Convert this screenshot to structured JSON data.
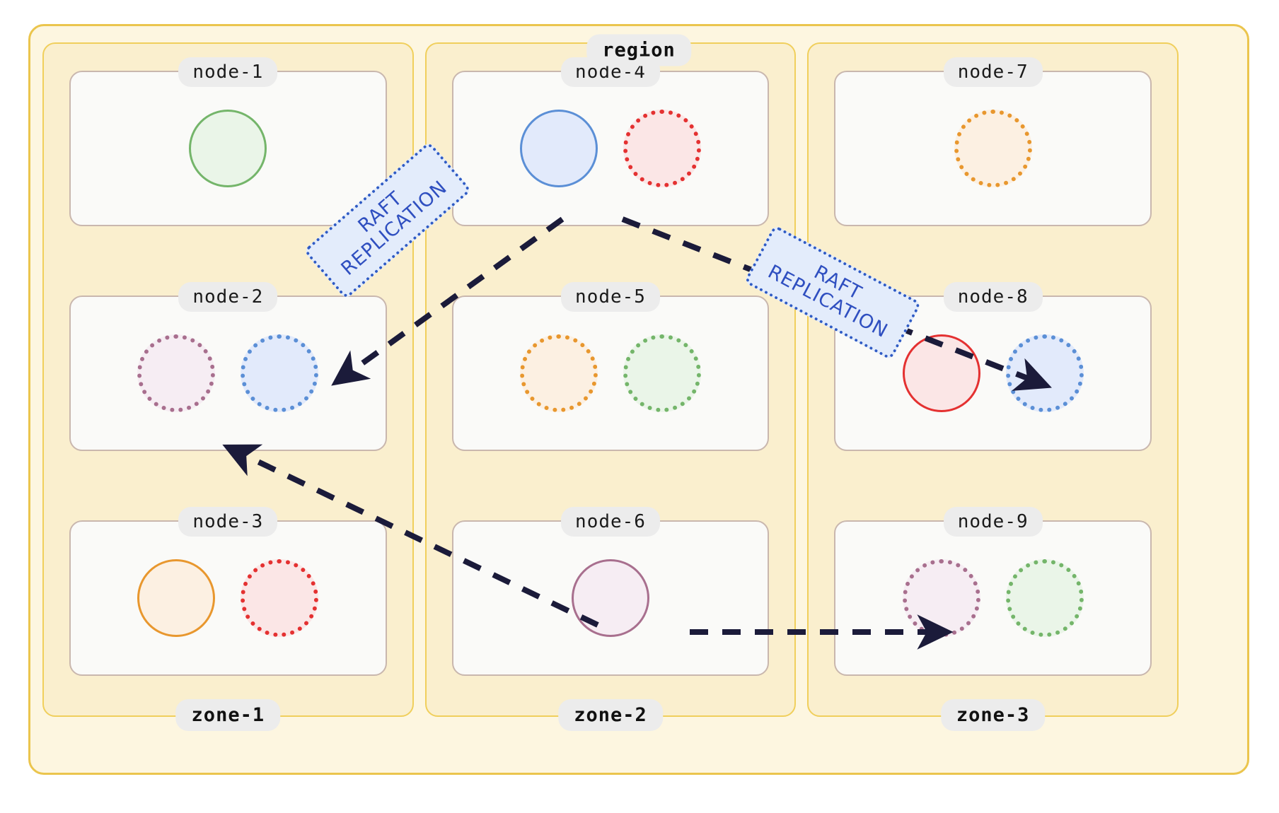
{
  "region": {
    "label": "region",
    "fill": "#FDF6E0",
    "border": "#EBC54D"
  },
  "zones": [
    {
      "label": "zone-1",
      "nodes": [
        {
          "label": "node-1",
          "replicas": [
            {
              "role": "leader",
              "color": "green",
              "stroke": "#74B56A",
              "fill": "#EAF5E8"
            }
          ]
        },
        {
          "label": "node-2",
          "replicas": [
            {
              "role": "follower",
              "color": "purple",
              "stroke": "#A86F8E",
              "fill": "#F6EDF3"
            },
            {
              "role": "follower",
              "color": "blue",
              "stroke": "#5B8FD6",
              "fill": "#E2EAFB"
            }
          ]
        },
        {
          "label": "node-3",
          "replicas": [
            {
              "role": "leader",
              "color": "orange",
              "stroke": "#E8972E",
              "fill": "#FCF0E2"
            },
            {
              "role": "follower",
              "color": "red",
              "stroke": "#E43131",
              "fill": "#FBE6E6"
            }
          ]
        }
      ]
    },
    {
      "label": "zone-2",
      "nodes": [
        {
          "label": "node-4",
          "replicas": [
            {
              "role": "leader",
              "color": "blue",
              "stroke": "#5B8FD6",
              "fill": "#E2EAFB"
            },
            {
              "role": "follower",
              "color": "red",
              "stroke": "#E43131",
              "fill": "#FBE6E6"
            }
          ]
        },
        {
          "label": "node-5",
          "replicas": [
            {
              "role": "follower",
              "color": "orange",
              "stroke": "#E8972E",
              "fill": "#FCF0E2"
            },
            {
              "role": "follower",
              "color": "green",
              "stroke": "#74B56A",
              "fill": "#EAF5E8"
            }
          ]
        },
        {
          "label": "node-6",
          "replicas": [
            {
              "role": "leader",
              "color": "purple",
              "stroke": "#A86F8E",
              "fill": "#F6EDF3"
            }
          ]
        }
      ]
    },
    {
      "label": "zone-3",
      "nodes": [
        {
          "label": "node-7",
          "replicas": [
            {
              "role": "follower",
              "color": "orange",
              "stroke": "#E8972E",
              "fill": "#FCF0E2"
            }
          ]
        },
        {
          "label": "node-8",
          "replicas": [
            {
              "role": "leader",
              "color": "red",
              "stroke": "#E43131",
              "fill": "#FBE6E6"
            },
            {
              "role": "follower",
              "color": "blue",
              "stroke": "#5B8FD6",
              "fill": "#E2EAFB"
            }
          ]
        },
        {
          "label": "node-9",
          "replicas": [
            {
              "role": "follower",
              "color": "purple",
              "stroke": "#A86F8E",
              "fill": "#F6EDF3"
            },
            {
              "role": "follower",
              "color": "green",
              "stroke": "#74B56A",
              "fill": "#EAF5E8"
            }
          ]
        }
      ]
    }
  ],
  "edge_labels": [
    {
      "text": "RAFT\nREPLICATION"
    },
    {
      "text": "RAFT\nREPLICATION"
    }
  ],
  "edges": {
    "stroke": "#1B1B3A",
    "style": "dashed",
    "list": [
      {
        "from": "node-4.blue-leader",
        "to": "node-2.blue-follower"
      },
      {
        "from": "node-4.blue-leader",
        "to": "node-8.blue-follower"
      },
      {
        "from": "node-6.purple-leader",
        "to": "node-2.purple-follower"
      },
      {
        "from": "node-6.purple-leader",
        "to": "node-9.purple-follower"
      }
    ]
  },
  "palette": {
    "region_border": "#EBC54D",
    "region_fill": "#FDF6E0",
    "zone_border": "#F0CF5C",
    "zone_fill": "#FAEFCE",
    "node_border": "#C9B7AE",
    "node_fill": "#FAFAF8",
    "label_pill": "#ECECEC",
    "edge": "#1B1B3A",
    "raft_text": "#2F4FC0",
    "raft_fill": "#E3ECFB",
    "raft_border": "#2F5BC4"
  }
}
